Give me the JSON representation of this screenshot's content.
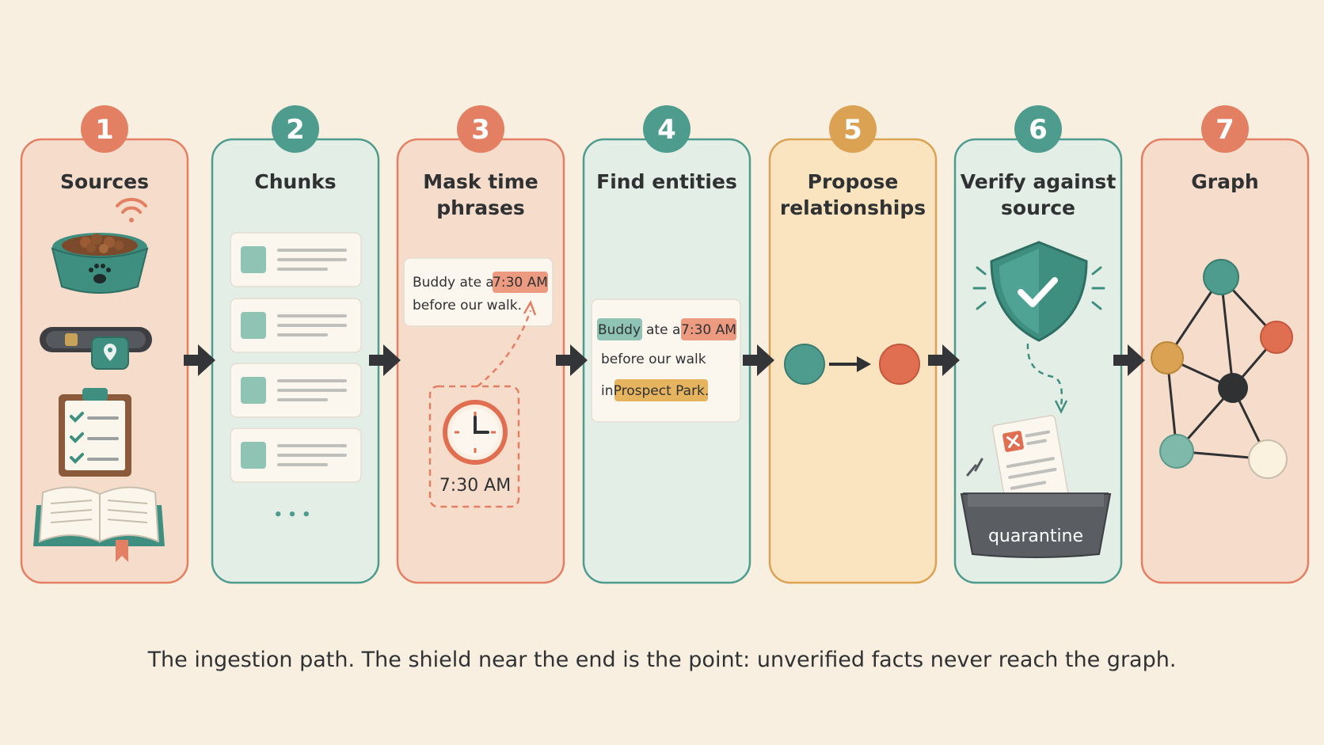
{
  "steps": [
    {
      "number": "1",
      "title": [
        "Sources"
      ],
      "color": "#e38063",
      "fill": "#f6dccb"
    },
    {
      "number": "2",
      "title": [
        "Chunks"
      ],
      "color": "#4e9c8e",
      "fill": "#e3eee6"
    },
    {
      "number": "3",
      "title": [
        "Mask time",
        "phrases"
      ],
      "color": "#e38063",
      "fill": "#f6dccb"
    },
    {
      "number": "4",
      "title": [
        "Find entities"
      ],
      "color": "#4e9c8e",
      "fill": "#e3eee6"
    },
    {
      "number": "5",
      "title": [
        "Propose",
        "relationships"
      ],
      "color": "#dba253",
      "fill": "#f9e4bf"
    },
    {
      "number": "6",
      "title": [
        "Verify against",
        "source"
      ],
      "color": "#4e9c8e",
      "fill": "#e3eee6"
    },
    {
      "number": "7",
      "title": [
        "Graph"
      ],
      "color": "#e38063",
      "fill": "#f6dccb"
    }
  ],
  "mask_step": {
    "line1_prefix": "Buddy ate at",
    "time_phrase": "7:30 AM",
    "line2": "before our walk.",
    "clock_label": "7:30 AM"
  },
  "entity_step": {
    "entity_buddy": "Buddy",
    "text_ate_at": "ate at",
    "time_phrase": "7:30 AM",
    "line2": "before our walk",
    "text_in": "in",
    "entity_place": "Prospect Park."
  },
  "verify_step": {
    "bin_label": "quarantine"
  },
  "chunks_more": "• • •",
  "caption": "The ingestion path. The shield near the end is the point: unverified facts never reach the graph.",
  "colors": {
    "teal": "#4e9c8e",
    "coral": "#e38063",
    "gold": "#dba253",
    "dark": "#2f3133",
    "background": "#f8efe1"
  },
  "icons": [
    "wifi-icon",
    "pet-bowl-icon",
    "gps-collar-icon",
    "checklist-icon",
    "open-book-icon",
    "clock-icon",
    "shield-check-icon",
    "quarantine-doc-icon",
    "graph-icon"
  ]
}
